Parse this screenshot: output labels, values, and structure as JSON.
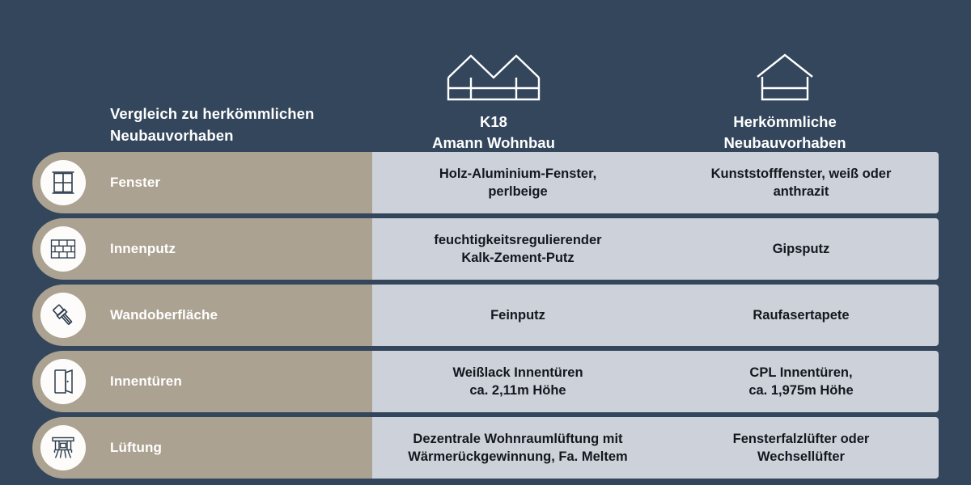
{
  "theme": {
    "background": "#33465c",
    "category_fill": "#aca291",
    "value_fill": "#ccd1da",
    "badge_fill": "#fdfcfa",
    "text_light": "#ffffff",
    "text_dark": "#14181d"
  },
  "header": {
    "title": "Vergleich zu herkömmlichen\nNeubauvorhaben",
    "columns": [
      {
        "icon": "double-peak-house-icon",
        "label": "K18\nAmann Wohnbau"
      },
      {
        "icon": "single-peak-house-icon",
        "label": "Herkömmliche\nNeubauvorhaben"
      }
    ]
  },
  "table": {
    "column_headers": [
      "",
      "K18 Amann Wohnbau",
      "Herkömmliche Neubauvorhaben"
    ],
    "rows": [
      {
        "icon": "window-icon",
        "category": "Fenster",
        "k18": "Holz-Aluminium-Fenster,\nperlbeige",
        "conventional": "Kunststofffenster, weiß oder\nanthrazit"
      },
      {
        "icon": "brick-wall-icon",
        "category": "Innenputz",
        "k18": "feuchtigkeitsregulierender\nKalk-Zement-Putz",
        "conventional": "Gipsputz"
      },
      {
        "icon": "paintbrush-icon",
        "category": "Wandoberfläche",
        "k18": "Feinputz",
        "conventional": "Raufasertapete"
      },
      {
        "icon": "door-icon",
        "category": "Innentüren",
        "k18": "Weißlack Innentüren\nca. 2,11m Höhe",
        "conventional": "CPL Innentüren,\nca. 1,975m Höhe"
      },
      {
        "icon": "ventilation-icon",
        "category": "Lüftung",
        "k18": "Dezentrale Wohnraumlüftung mit\nWärmerückgewinnung, Fa. Meltem",
        "conventional": "Fensterfalzlüfter oder\nWechsellüfter"
      }
    ]
  }
}
